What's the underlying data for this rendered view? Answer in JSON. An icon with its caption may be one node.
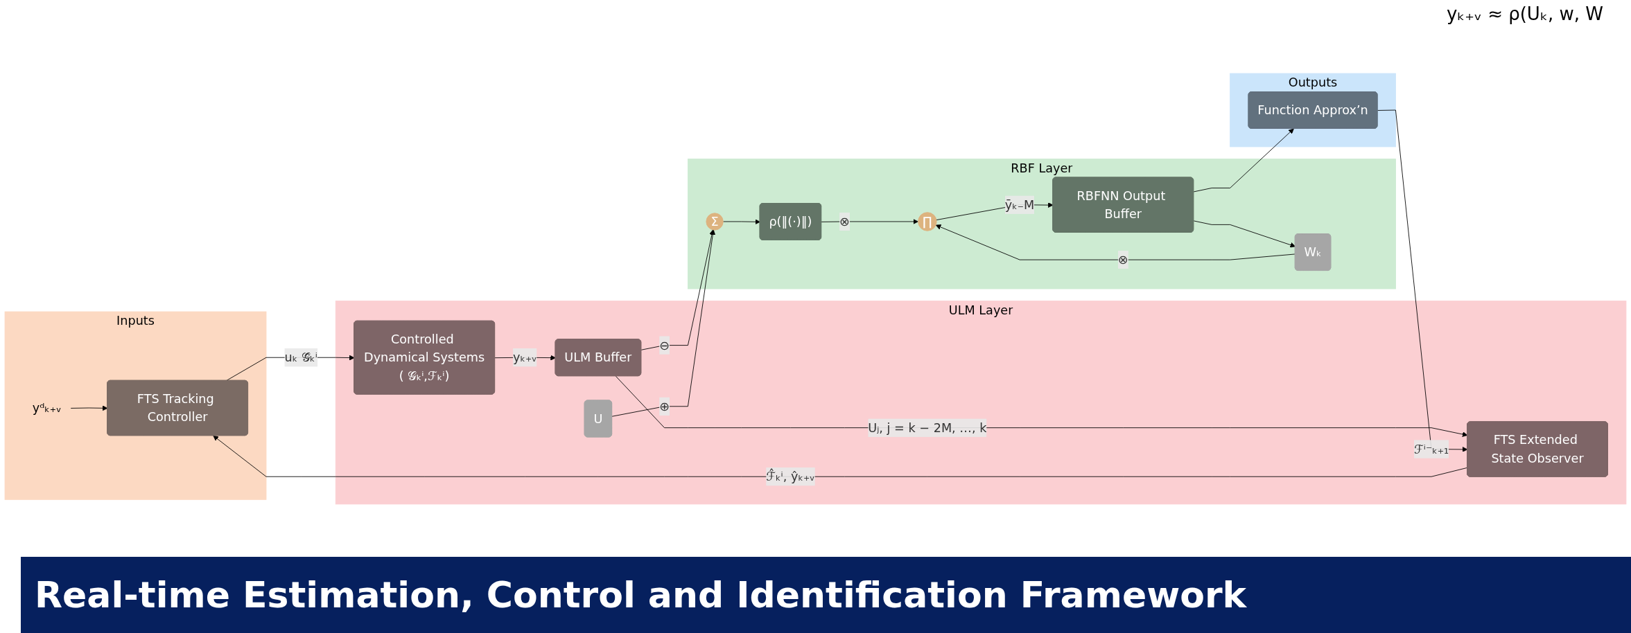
{
  "diagram": {
    "caption": "Real-time Estimation, Control and Identification Framework",
    "nodes": [
      {
        "text": [
          "Inputs"
        ]
      },
      {
        "text": [
          "FTS Tracking Controller"
        ],
        "in": 0
      },
      {
        "text": [
          "yᵈₖ₊ᵥ"
        ],
        "in": 0
      },
      {
        "text": [
          "ULM Layer"
        ]
      },
      {
        "text": [
          "FTS Extended State Observer"
        ],
        "in": 3
      },
      {
        "text": [
          "Controlled Dynamical Systems",
          "( 𝒢ₖⁱ,ℱₖⁱ)"
        ],
        "in": 3
      },
      {
        "text": [
          "ULM Buffer"
        ],
        "in": 3
      },
      {
        "text": [
          "U"
        ],
        "in": 3
      },
      {
        "text": [
          "RBF Layer"
        ]
      },
      {
        "text": [
          "Σ"
        ],
        "in": 8
      },
      {
        "text": [
          "ρ(‖(·)‖)"
        ],
        "in": 8
      },
      {
        "text": [
          "∏"
        ],
        "in": 8
      },
      {
        "text": [
          "Wₖ"
        ],
        "in": 8
      },
      {
        "text": [
          "RBFNN Output Buffer"
        ],
        "in": 8
      },
      {
        "text": [
          "Outputs"
        ]
      },
      {
        "text": [
          "Function Approx’n"
        ],
        "in": 14
      }
    ],
    "edges": [
      {
        "from": 4,
        "to": 1,
        "arrow": "to",
        "label": "ℱ̂ₖⁱ, ŷₖ₊ᵥ"
      },
      {
        "from": 2,
        "to": 1,
        "arrow": "to"
      },
      {
        "from": 1,
        "to": 5,
        "arrow": "to",
        "label": "uₖ 𝒢̂ₖⁱ"
      },
      {
        "from": 5,
        "to": 6,
        "arrow": "to",
        "label": "yₖ₊ᵥ"
      },
      {
        "from": 6,
        "to": 4,
        "arrow": "to",
        "label": "Uⱼ, j = k − 2M, …, k"
      },
      {
        "from": 15,
        "to": 4,
        "arrow": "to",
        "label": "ℱⁱ⁻ₖ₊₁"
      },
      {
        "from": 6,
        "to": 9,
        "arrow": "to",
        "label": "⊖"
      },
      {
        "from": 7,
        "to": 9,
        "arrow": "to",
        "label": "⊕"
      },
      {
        "from": 9,
        "to": 10,
        "arrow": "to"
      },
      {
        "from": 10,
        "to": 11,
        "arrow": "to",
        "label": "⊗"
      },
      {
        "from": 12,
        "to": 11,
        "arrow": "to",
        "label": "⊗"
      },
      {
        "from": 11,
        "to": 13,
        "arrow": "to",
        "label": "ȳₖ₋M"
      },
      {
        "from": 13,
        "to": 15,
        "arrow": "to"
      },
      {
        "from": 13,
        "to": 12,
        "arrow": "to"
      }
    ],
    "labels": [
      "yₖ₊ᵥ ≈ ρ(Uₖ, w, W"
    ]
  }
}
